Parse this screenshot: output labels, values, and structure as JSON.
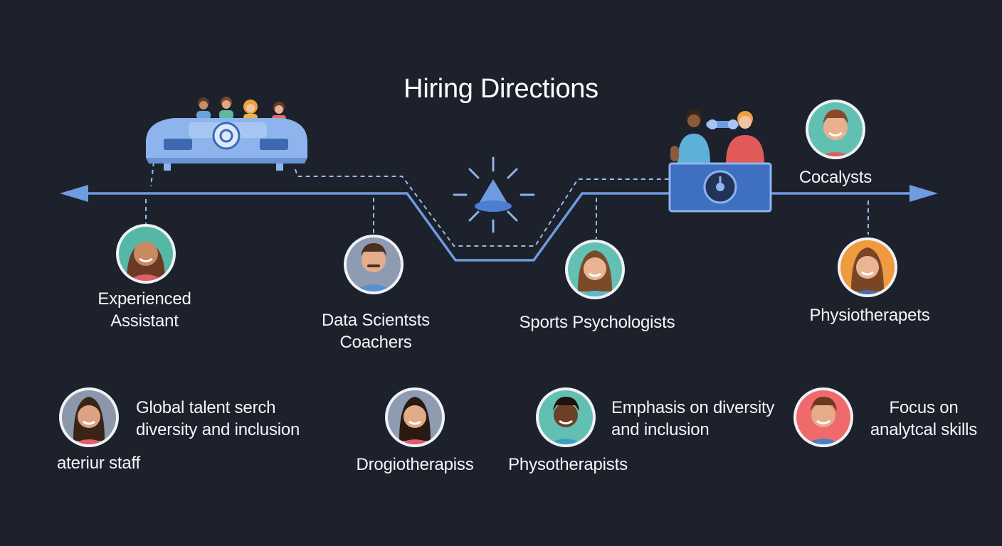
{
  "title": "Hiring Directions",
  "colors": {
    "background": "#1c212b",
    "line": "#6f9be0",
    "accent": "#4d7ed1",
    "avatar_ring": "#eef1f5"
  },
  "timeline": {
    "left_label": "Experienced\nAssistant",
    "mid_left_label": "Data Scientsts\nCoachers",
    "mid_right_label": "Sports Psychologists",
    "right_label": "Physiotherapets",
    "top_right_label": "Cocalysts"
  },
  "bottom": {
    "item1_text": "Global talent serch\ndiversity and inclusion",
    "item1_sub": "ateriur staff",
    "item2_label": "Drogiotherapiss",
    "item3_label": "Physotherapists",
    "item3_text": "Emphasis on diversity\nand inclusion",
    "item4_text": "Focus on\nanalytcal skills"
  },
  "icons": {
    "vehicle": "vehicle-with-team-icon",
    "center": "sparkle-drop-icon",
    "console": "console-with-people-icon"
  }
}
